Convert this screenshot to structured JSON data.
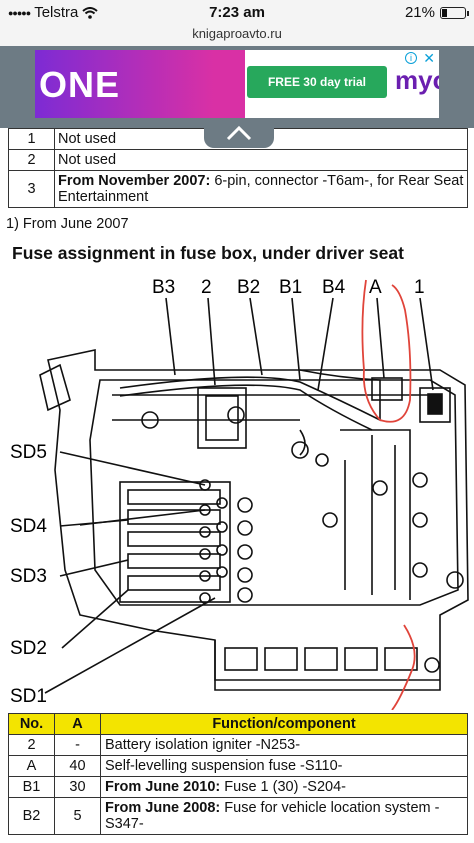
{
  "status_bar": {
    "carrier": "Telstra",
    "time": "7:23 am",
    "battery_text": "21%",
    "battery_level": 0.21,
    "url": "knigaproavto.ru"
  },
  "ad": {
    "brand_text": "ONE",
    "cta_label": "FREE 30 day trial",
    "logo_text": "myob",
    "info_icon": "info-icon",
    "close_icon": "close-icon"
  },
  "top_table": {
    "rows": [
      {
        "num": "1",
        "text_bold": "",
        "text": "Not used"
      },
      {
        "num": "2",
        "text_bold": "",
        "text": "Not used"
      },
      {
        "num": "3",
        "text_bold": "From November 2007:",
        "text": " 6-pin, connector -T6am-, for Rear Seat Entertainment"
      }
    ]
  },
  "footnote": "1) From June 2007",
  "heading": "Fuse assignment in fuse box, under driver seat",
  "diagram": {
    "top_labels": [
      "B3",
      "2",
      "B2",
      "B1",
      "B4",
      "A",
      "1"
    ],
    "left_labels": [
      "SD5",
      "SD4",
      "SD3",
      "SD2",
      "SD1"
    ]
  },
  "bottom_table": {
    "headers": [
      "No.",
      "A",
      "Function/component"
    ],
    "rows": [
      {
        "no": "2",
        "a": "-",
        "bold": "",
        "text": "Battery isolation igniter -N253-"
      },
      {
        "no": "A",
        "a": "40",
        "bold": "",
        "text": "Self-levelling suspension fuse -S110-"
      },
      {
        "no": "B1",
        "a": "30",
        "bold": "From June 2010:",
        "text": " Fuse 1 (30) -S204-"
      },
      {
        "no": "B2",
        "a": "5",
        "bold": "From June 2008:",
        "text": " Fuse for vehicle location system -S347-"
      }
    ]
  },
  "colors": {
    "ad_bg": "#6d7b84",
    "cta": "#27a85c",
    "header_yellow": "#f3e400",
    "annotation_red": "#e0443a"
  }
}
